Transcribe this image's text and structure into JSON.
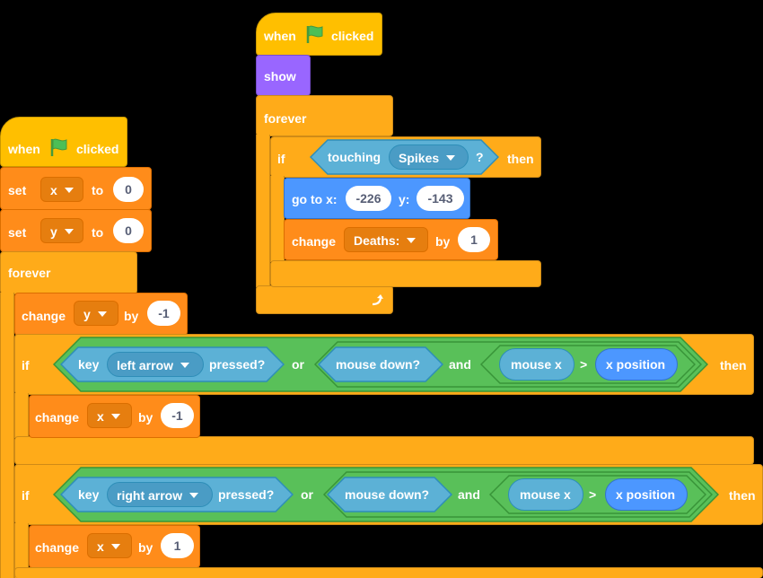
{
  "script_right": {
    "hat": {
      "when": "when",
      "clicked": "clicked"
    },
    "show": "show",
    "forever": "forever",
    "if_label": "if",
    "touching": "touching",
    "touching_target": "Spikes",
    "question_mark": "?",
    "then": "then",
    "goto_label": "go to x:",
    "goto_x": "-226",
    "goto_y_label": "y:",
    "goto_y": "-143",
    "change_label": "change",
    "change_var": "Deaths:",
    "by_label": "by",
    "change_value": "1"
  },
  "script_left": {
    "hat": {
      "when": "when",
      "clicked": "clicked"
    },
    "set1": {
      "label": "set",
      "var": "x",
      "to": "to",
      "value": "0"
    },
    "set2": {
      "label": "set",
      "var": "y",
      "to": "to",
      "value": "0"
    },
    "forever": "forever",
    "change_y": {
      "label": "change",
      "var": "y",
      "by": "by",
      "value": "-1"
    },
    "if1": {
      "if_label": "if",
      "key_label": "key",
      "key_name": "left arrow",
      "pressed": "pressed?",
      "or": "or",
      "mouse_down": "mouse down?",
      "and": "and",
      "mouse_x": "mouse x",
      "gt": ">",
      "x_position": "x position",
      "then": "then"
    },
    "change_x1": {
      "label": "change",
      "var": "x",
      "by": "by",
      "value": "-1"
    },
    "if2": {
      "if_label": "if",
      "key_label": "key",
      "key_name": "right arrow",
      "pressed": "pressed?",
      "or": "or",
      "mouse_down": "mouse down?",
      "and": "and",
      "mouse_x": "mouse x",
      "gt": ">",
      "x_position": "x position",
      "then": "then"
    },
    "change_x2": {
      "label": "change",
      "var": "x",
      "by": "by",
      "value": "1"
    }
  },
  "colors": {
    "events": "#FFBF00",
    "control": "#FFAB19",
    "variables": "#FF8C1A",
    "looks": "#9966FF",
    "motion": "#4C97FF",
    "operators": "#59C059",
    "sensing": "#5CB1D6",
    "flag": "#4CBF56"
  },
  "icons": [
    "green-flag-icon",
    "dropdown-caret-icon",
    "loop-arrow-icon"
  ]
}
